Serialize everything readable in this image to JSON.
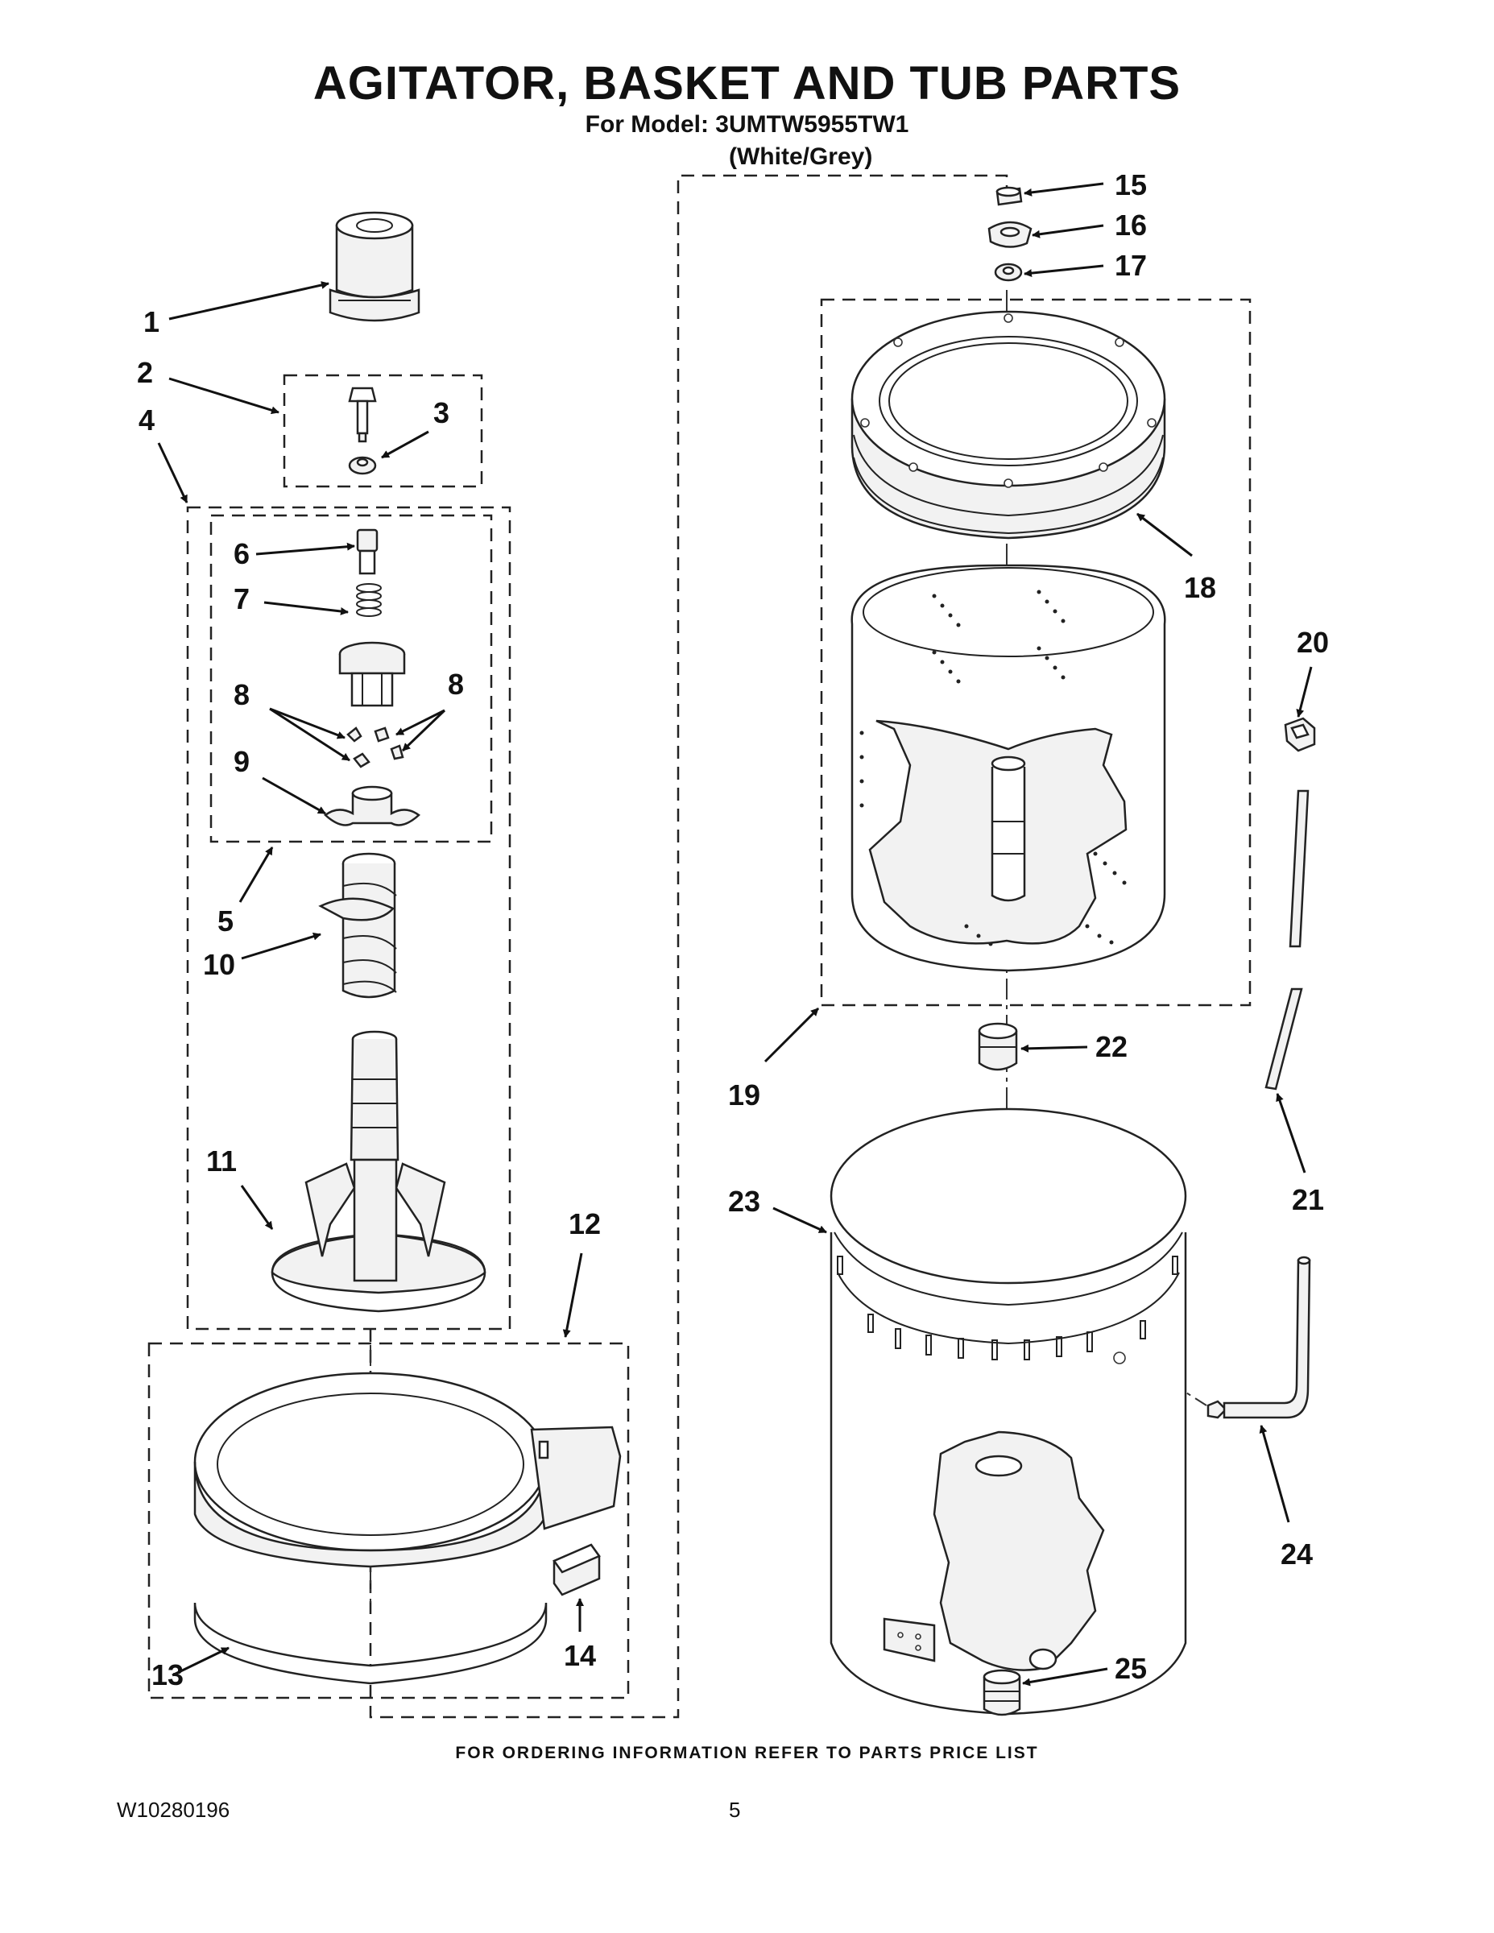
{
  "header": {
    "title": "AGITATOR, BASKET AND TUB PARTS",
    "model_line": "For Model: 3UMTW5955TW1",
    "color_line": "(White/Grey)"
  },
  "callouts": [
    "1",
    "2",
    "3",
    "4",
    "5",
    "6",
    "7",
    "8",
    "8",
    "9",
    "10",
    "11",
    "12",
    "13",
    "14",
    "15",
    "16",
    "17",
    "18",
    "19",
    "20",
    "21",
    "22",
    "23",
    "24",
    "25"
  ],
  "footer": {
    "ordering_note": "FOR ORDERING INFORMATION REFER TO PARTS PRICE LIST",
    "document_id": "W10280196",
    "page_number": "5"
  }
}
